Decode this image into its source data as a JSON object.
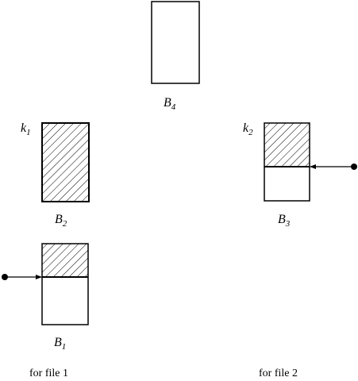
{
  "blocks": {
    "b4": {
      "name": "B",
      "sub": "4"
    },
    "b2": {
      "name": "B",
      "sub": "2",
      "key": "k",
      "key_sub": "1"
    },
    "b3": {
      "name": "B",
      "sub": "3",
      "key": "k",
      "key_sub": "2"
    },
    "b1": {
      "name": "B",
      "sub": "1"
    }
  },
  "captions": {
    "file1": "for file 1",
    "file2": "for file 2"
  },
  "colors": {
    "ink": "#000000",
    "background": "#ffffff"
  }
}
